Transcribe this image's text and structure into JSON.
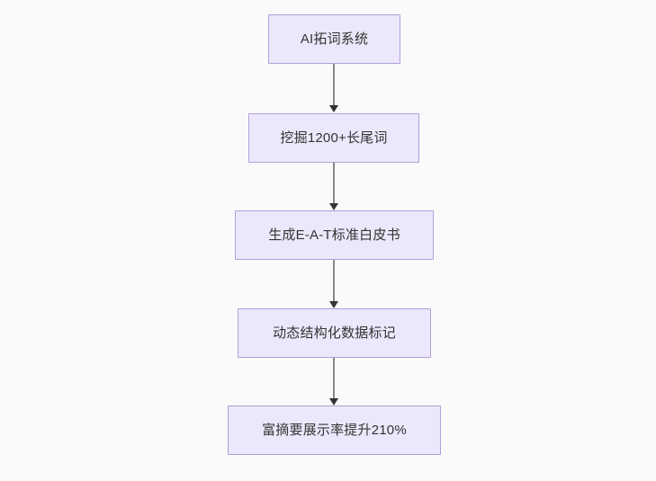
{
  "diagram": {
    "type": "flowchart",
    "direction": "top-to-bottom",
    "background_color": "#fafafa",
    "node_fill_color": "#ece8fb",
    "node_border_color": "#b39ddb",
    "node_text_color": "#333333",
    "edge_color": "#888888",
    "arrowhead_color": "#333333",
    "nodes": [
      {
        "id": "n1",
        "label": "AI拓词系统"
      },
      {
        "id": "n2",
        "label": "挖掘1200+长尾词"
      },
      {
        "id": "n3",
        "label": "生成E-A-T标准白皮书"
      },
      {
        "id": "n4",
        "label": "动态结构化数据标记"
      },
      {
        "id": "n5",
        "label": "富摘要展示率提升210%"
      }
    ],
    "edges": [
      {
        "from": "n1",
        "to": "n2"
      },
      {
        "from": "n2",
        "to": "n3"
      },
      {
        "from": "n3",
        "to": "n4"
      },
      {
        "from": "n4",
        "to": "n5"
      }
    ]
  }
}
